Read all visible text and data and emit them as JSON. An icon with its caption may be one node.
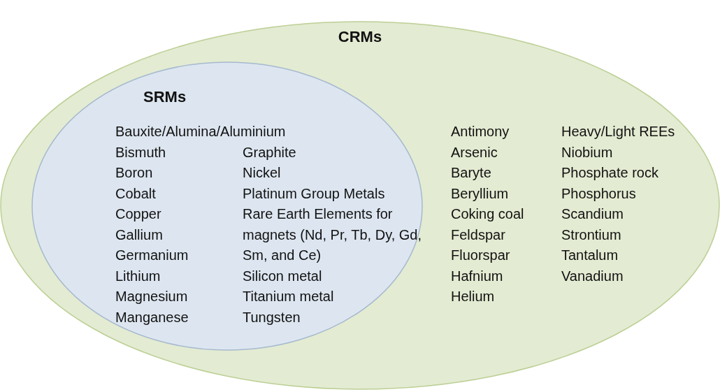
{
  "diagram": {
    "nodes": [
      {
        "text": [
          "CRMs",
          "Antimony",
          "Arsenic",
          "Baryte",
          "Beryllium",
          "Coking coal",
          "Feldspar",
          "Fluorspar",
          "Hafnium",
          "Helium",
          "Heavy/Light REEs",
          "Niobium",
          "Phosphate rock",
          "Phosphorus",
          "Scandium",
          "Strontium",
          "Tantalum",
          "Vanadium"
        ]
      },
      {
        "text": [
          "SRMs",
          "Bauxite/Alumina/Aluminium",
          "Bismuth",
          "Boron",
          "Cobalt",
          "Copper",
          "Gallium",
          "Germanium",
          "Lithium",
          "Magnesium",
          "Manganese",
          "Graphite",
          "Nickel",
          "Platinum Group Metals",
          "Rare Earth Elements for magnets (Nd, Pr, Tb, Dy, Gd, Sm, and Ce)",
          "Silicon metal",
          "Titanium metal",
          "Tungsten"
        ],
        "in": 0
      }
    ],
    "edges": []
  }
}
